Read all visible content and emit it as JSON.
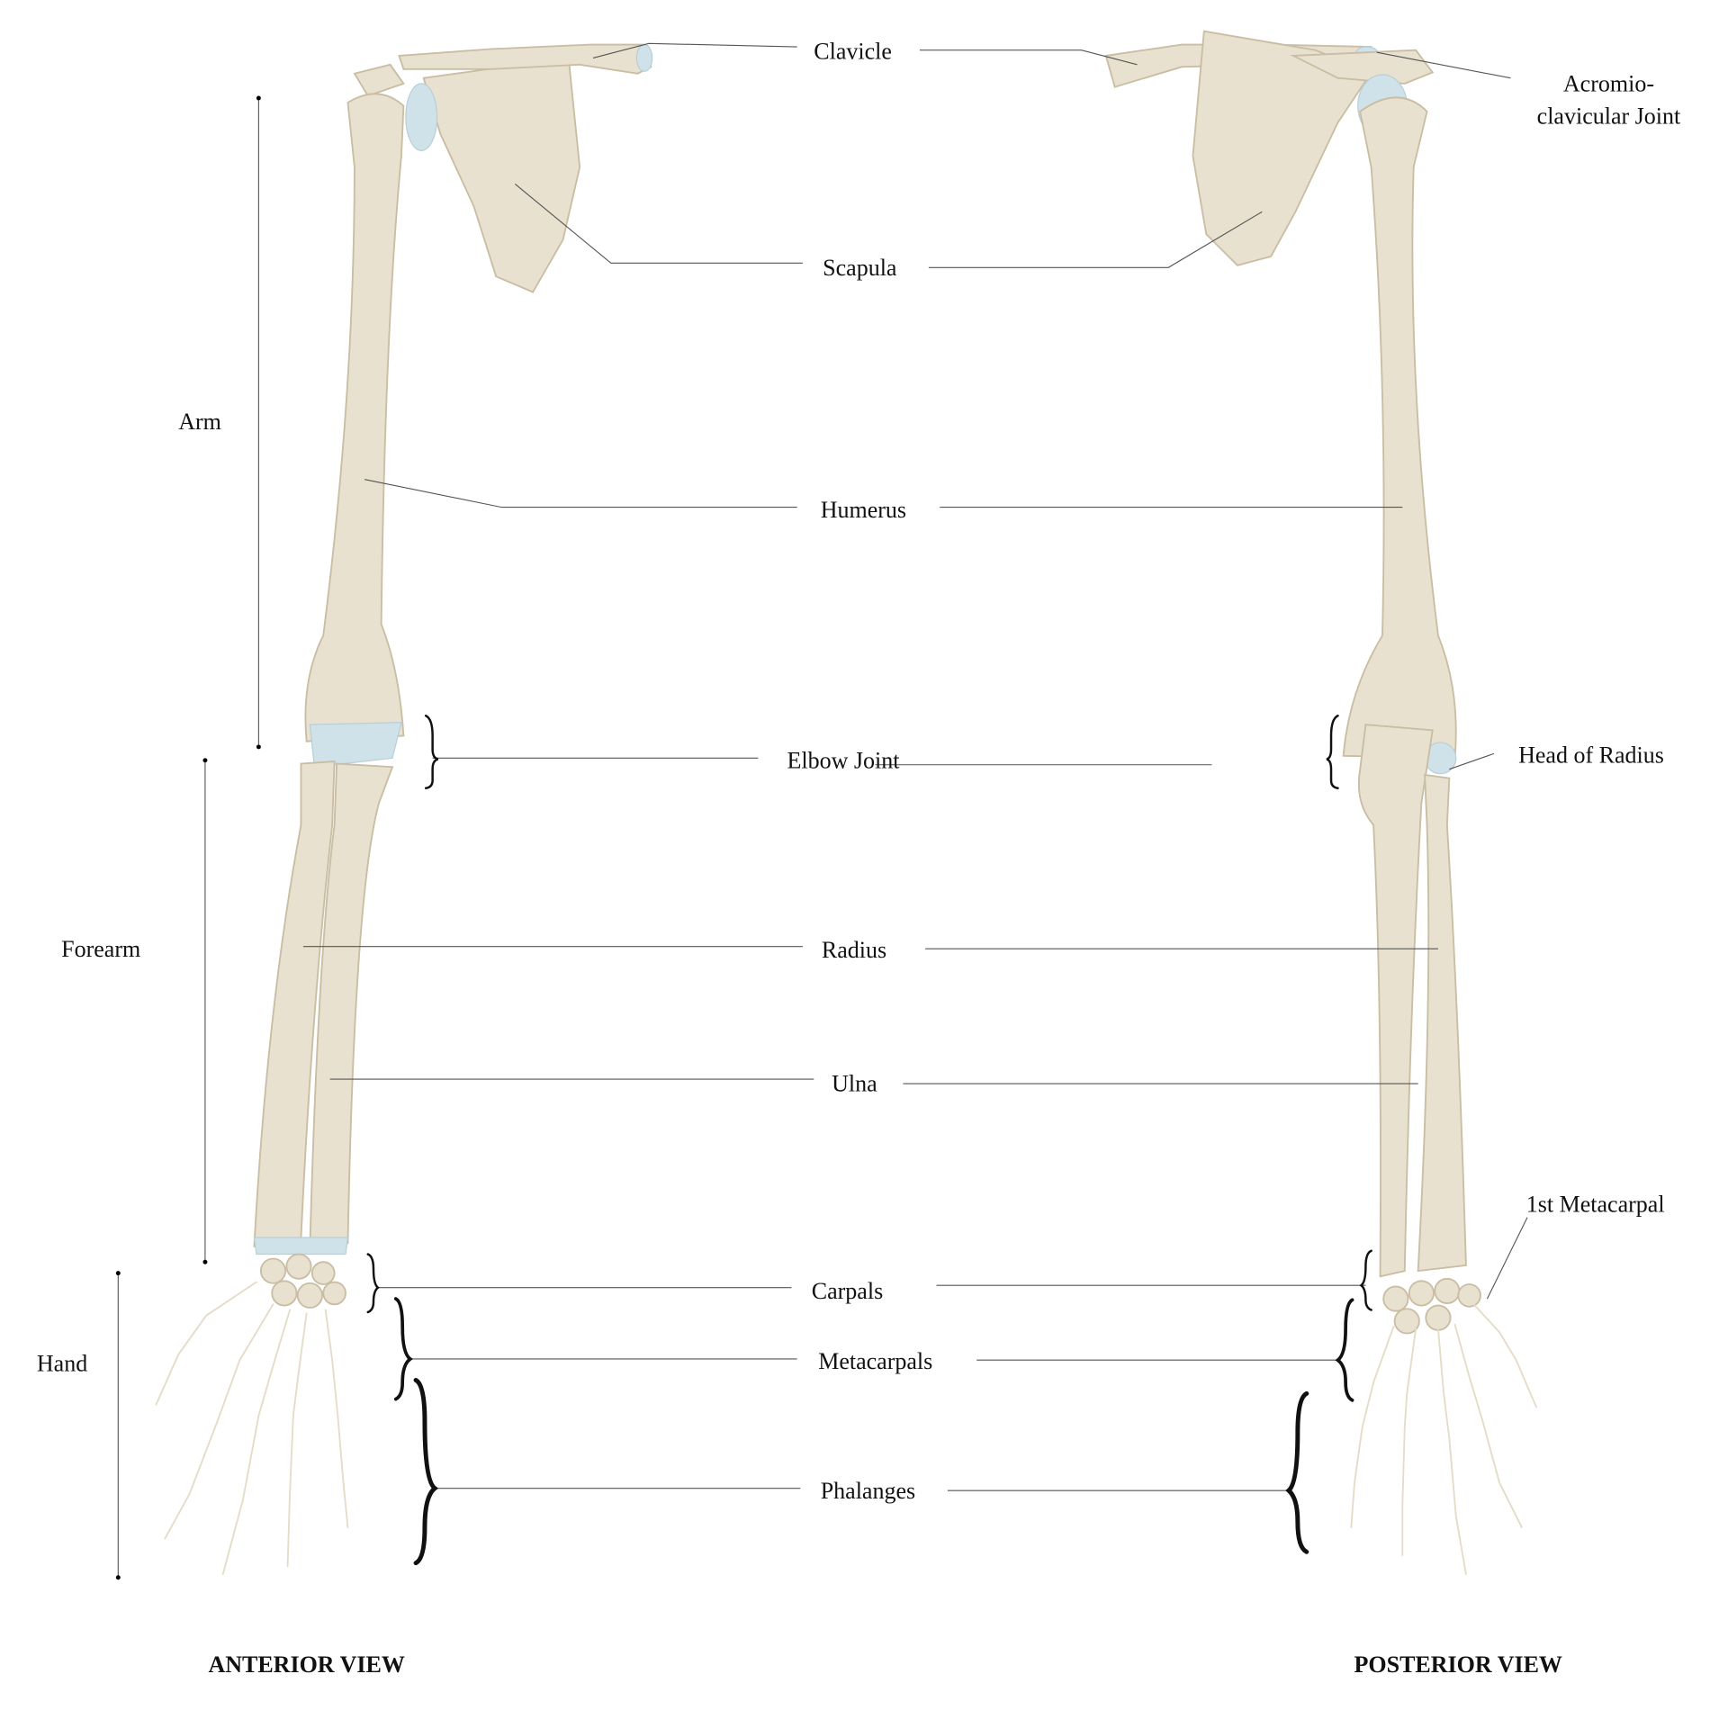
{
  "labels": {
    "clavicle": "Clavicle",
    "acromio_line1": "Acromio-",
    "acromio_line2": "clavicular Joint",
    "scapula": "Scapula",
    "humerus": "Humerus",
    "elbow_joint": "Elbow Joint",
    "head_of_radius": "Head of Radius",
    "radius": "Radius",
    "ulna": "Ulna",
    "first_metacarpal": "1st Metacarpal",
    "carpals": "Carpals",
    "metacarpals": "Metacarpals",
    "phalanges": "Phalanges"
  },
  "regions": {
    "arm": "Arm",
    "forearm": "Forearm",
    "hand": "Hand"
  },
  "views": {
    "anterior": "ANTERIOR VIEW",
    "posterior": "POSTERIOR VIEW"
  },
  "colors": {
    "bone": "#e9e1cf",
    "cartilage": "#cfe2ea",
    "text": "#111111"
  }
}
